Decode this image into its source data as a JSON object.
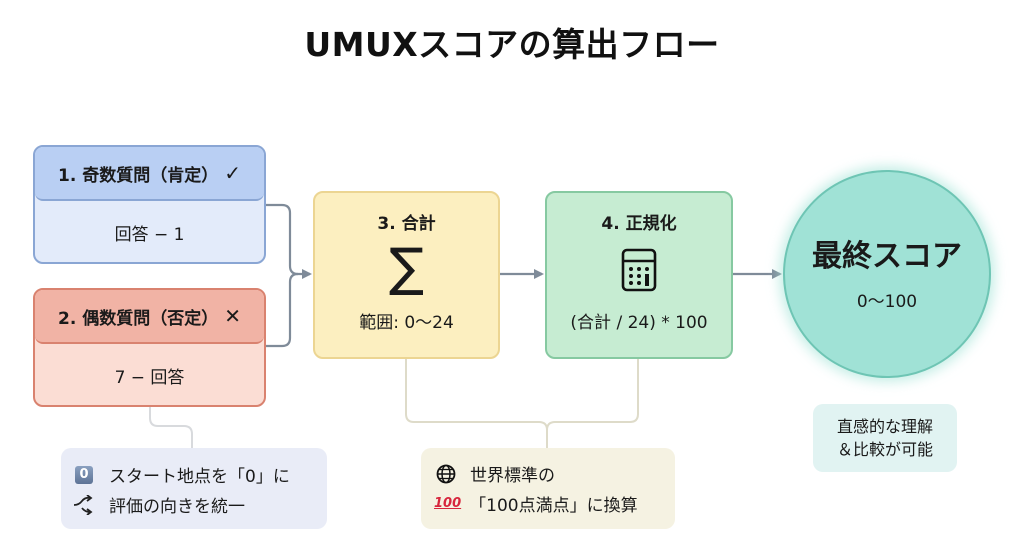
{
  "title": "UMUXスコアの算出フロー",
  "steps": {
    "odd": {
      "label": "1. 奇数質問（肯定）",
      "mark": "✓",
      "mark_icon": "check-icon",
      "formula": "回答 − 1",
      "color": "#b9cff3"
    },
    "even": {
      "label": "2. 偶数質問（否定）",
      "mark": "✕",
      "mark_icon": "cross-icon",
      "formula": "7 − 回答",
      "color": "#f1b3a5"
    },
    "sum": {
      "label": "3. 合計",
      "symbol": "∑",
      "symbol_icon": "sigma-icon",
      "range": "範囲: 0〜24",
      "color": "#fcefc0"
    },
    "normalize": {
      "label": "4. 正規化",
      "symbol_icon": "calculator-icon",
      "formula": "(合計 / 24) * 100",
      "color": "#c6ecd2"
    },
    "final": {
      "label": "最終スコア",
      "range": "0〜100",
      "color": "#a0e2d6"
    }
  },
  "notes": {
    "reverse": {
      "line1": "スタート地点を「0」に",
      "line1_icon": "keycap-zero-icon",
      "line2": "評価の向きを統一",
      "line2_icon": "shuffle-arrows-icon",
      "glyph_zero": "0"
    },
    "standard": {
      "line1": "世界標準の",
      "line1_icon": "globe-icon",
      "line2": "「100点満点」に換算",
      "line2_icon": "hundred-points-icon",
      "glyph_100": "100"
    },
    "benefit": {
      "line1": "直感的な理解",
      "line2": "＆比較が可能"
    }
  }
}
